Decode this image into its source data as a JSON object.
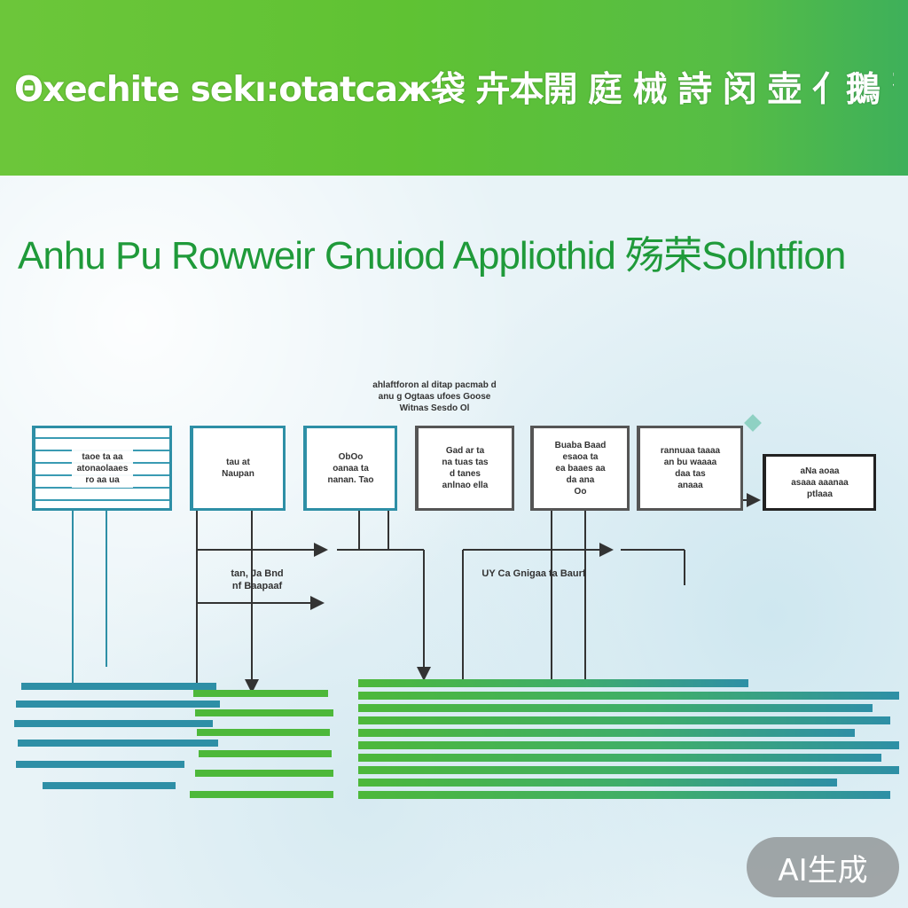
{
  "banner": {
    "title": "Θxechite sekı:otatcaж袋 卉本開 庭 械 詩 闵 壶 亻鵝 習",
    "color": "#5fc233"
  },
  "subtitle": "Anhu Pu Rowweir Gnuiod Appliothid 殇荣Solntfion",
  "caption": "ahlaftforon al ditap pacmab d\nanu g Ogtaas ufoes Goose\nWitnas Sesdo Ol",
  "nodes": [
    {
      "id": "n1",
      "label": "taoe ta aa\natonaolaaes\nro aa ua"
    },
    {
      "id": "n2",
      "label": "tau at\nNaupan"
    },
    {
      "id": "n3",
      "label": "ObOo\noanaa ta\nnanan. Tao"
    },
    {
      "id": "n4",
      "label": "Gad ar ta\nna tuas tas\nd tanes\nanlnao ella"
    },
    {
      "id": "n5",
      "label": "Buaba Baad\nesaoa ta\nea baaes aa\nda ana\nOo"
    },
    {
      "id": "n6",
      "label": "rannuaa taaaa\nan bu waaaa\ndaa tas\nanaaa"
    },
    {
      "id": "n7",
      "label": "aNa aoaa\nasaaa aaanaa\nptlaaa"
    }
  ],
  "mid_labels": {
    "left": "tan, Ja Bnd\nnf Baapaaf",
    "right": "UY Ca Gnigaa ta Baurf"
  },
  "badge": "AI生成",
  "colors": {
    "teal": "#2e8fa6",
    "green": "#4db83a",
    "dark": "#333333"
  }
}
